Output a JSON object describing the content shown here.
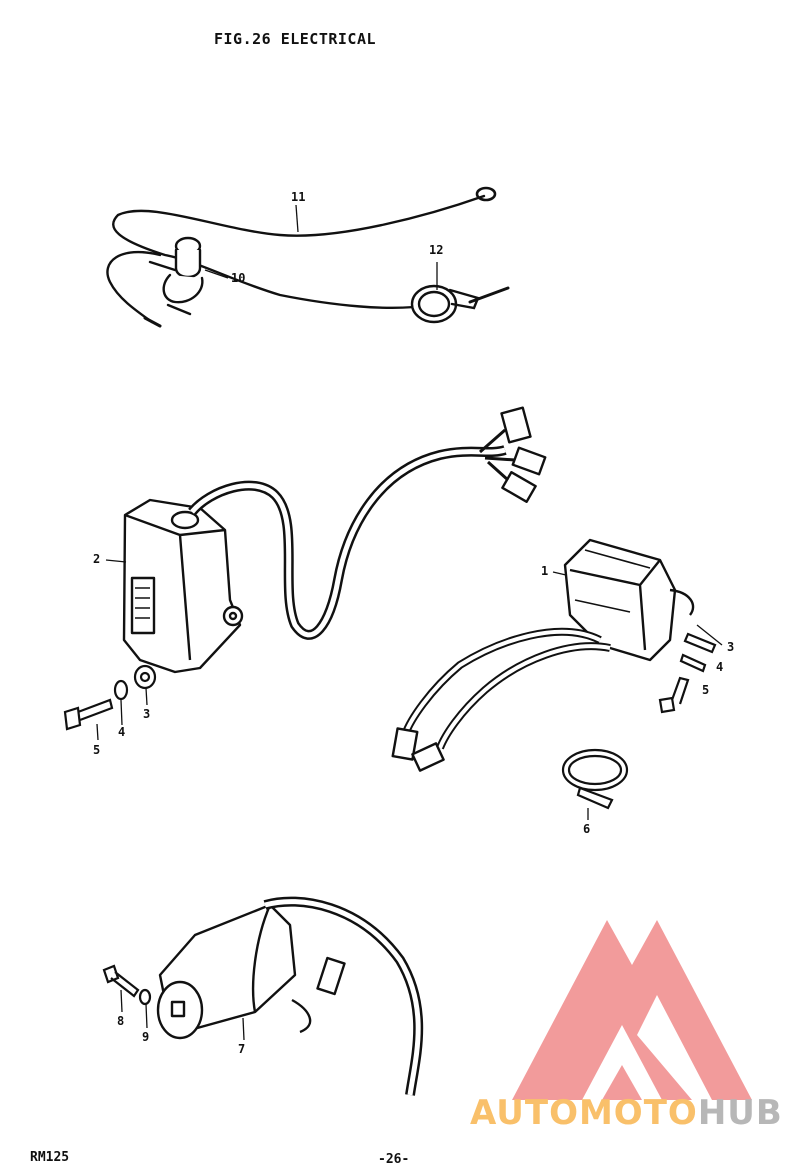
{
  "header": {
    "title": "FIG.26  ELECTRICAL"
  },
  "footer": {
    "model": "RM125",
    "page_number": "-26-"
  },
  "callouts": {
    "n1": "1",
    "n2": "2",
    "n3a": "3",
    "n3b": "3",
    "n4a": "4",
    "n4b": "4",
    "n5a": "5",
    "n5b": "5",
    "n6": "6",
    "n7": "7",
    "n8": "8",
    "n9": "9",
    "n10": "10",
    "n11": "11",
    "n12": "12"
  },
  "watermark": {
    "part_a": "AUTOMOTO",
    "part_b": "HUB",
    "color_a": "#f9c06a",
    "color_b": "#b7b7b7",
    "logo_color": "#f08a8a"
  }
}
